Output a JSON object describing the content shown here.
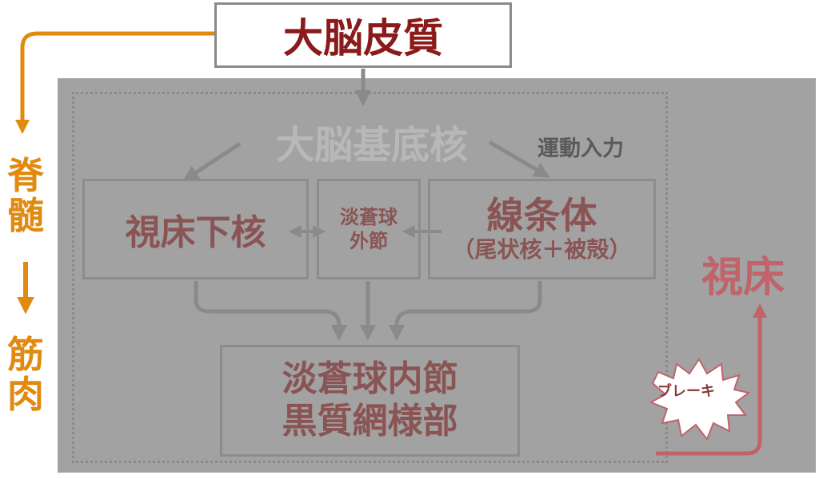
{
  "cortex": "大脳皮質",
  "basal_ganglia": "大脳基底核",
  "motor_input": "運動入力",
  "stn": "視床下核",
  "gpe": [
    "淡蒼球",
    "外節"
  ],
  "striatum": {
    "name": "線条体",
    "sub": "（尾状核＋被殻）"
  },
  "gpi_snr": [
    "淡蒼球内節",
    "黒質網様部"
  ],
  "thalamus": "視床",
  "brake": "ブレーキ",
  "spinal_cord": [
    "脊",
    "髄"
  ],
  "muscle": [
    "筋",
    "肉"
  ],
  "colors": {
    "cortex_text": "#8b1a1a",
    "box_text": "#8b5454",
    "gray_arrow": "#8a8a8a",
    "orange": "#e08a10",
    "pink": "#c0636b",
    "panel": "#a2a2a2"
  }
}
